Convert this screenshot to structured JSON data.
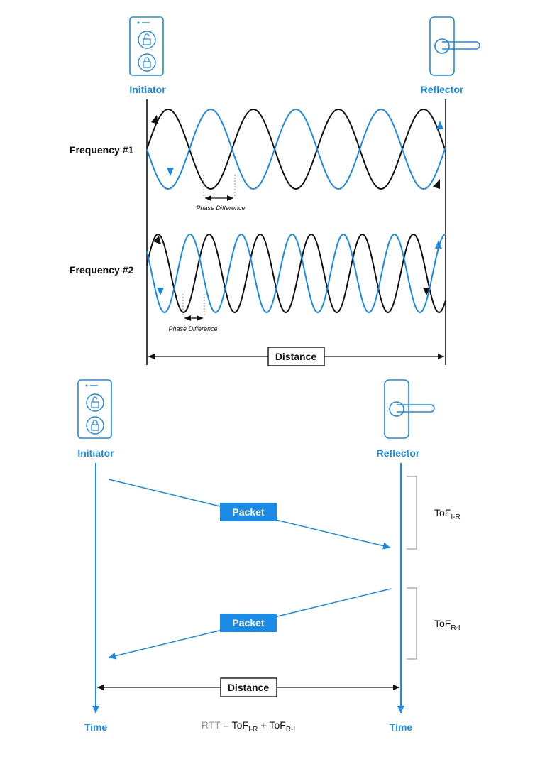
{
  "colors": {
    "blue": "#1a8ae5",
    "black": "#111111",
    "gray": "#999999"
  },
  "top": {
    "initiator_label": "Initiator",
    "reflector_label": "Reflector",
    "freq1_label": "Frequency #1",
    "freq2_label": "Frequency #2",
    "phase_diff_label_1": "Phase Difference",
    "phase_diff_label_2": "Phase Difference",
    "distance_label": "Distance",
    "icons": [
      "phone-lock-icon",
      "door-handle-icon"
    ]
  },
  "bottom": {
    "initiator_label": "Initiator",
    "reflector_label": "Reflector",
    "packet1_label": "Packet",
    "packet2_label": "Packet",
    "tof1_main": "ToF",
    "tof1_sub": "I-R",
    "tof2_main": "ToF",
    "tof2_sub": "R-I",
    "distance_label": "Distance",
    "time_left": "Time",
    "time_right": "Time",
    "rtt_prefix": "RTT =",
    "rtt_term1_main": "ToF",
    "rtt_term1_sub": "I-R",
    "rtt_plus": "+",
    "rtt_term2_main": "ToF",
    "rtt_term2_sub": "R-I",
    "icons": [
      "phone-lock-icon",
      "door-handle-icon"
    ]
  }
}
